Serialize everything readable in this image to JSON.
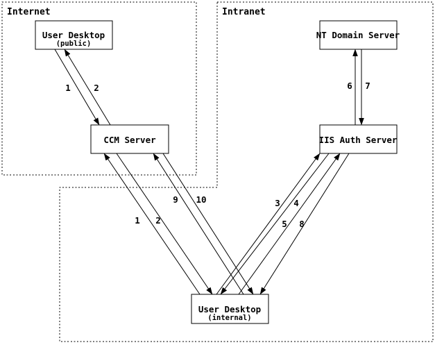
{
  "zones": {
    "internet": {
      "label": "Internet"
    },
    "intranet": {
      "label": "Intranet"
    }
  },
  "nodes": {
    "user_desktop_public": {
      "title": "User Desktop",
      "subtitle": "(public)"
    },
    "ccm_server": {
      "title": "CCM Server"
    },
    "nt_domain_server": {
      "title": "NT Domain Server"
    },
    "iis_auth_server": {
      "title": "IIS Auth Server"
    },
    "user_desktop_internal": {
      "title": "User Desktop",
      "subtitle": "(internal)"
    }
  },
  "flows": {
    "public_desktop_to_ccm": {
      "request": "1",
      "response": "2"
    },
    "internal_desktop_to_ccm_a": {
      "request": "1",
      "response": "2"
    },
    "internal_desktop_to_ccm_b": {
      "request": "9",
      "response": "10"
    },
    "iis_to_nt_domain": {
      "up": "6",
      "down": "7"
    },
    "internal_desktop_to_iis_a": {
      "request": "3",
      "response": "4"
    },
    "internal_desktop_to_iis_b": {
      "request": "5",
      "response": "8"
    }
  },
  "colors": {
    "line": "#000000",
    "background": "#ffffff"
  }
}
